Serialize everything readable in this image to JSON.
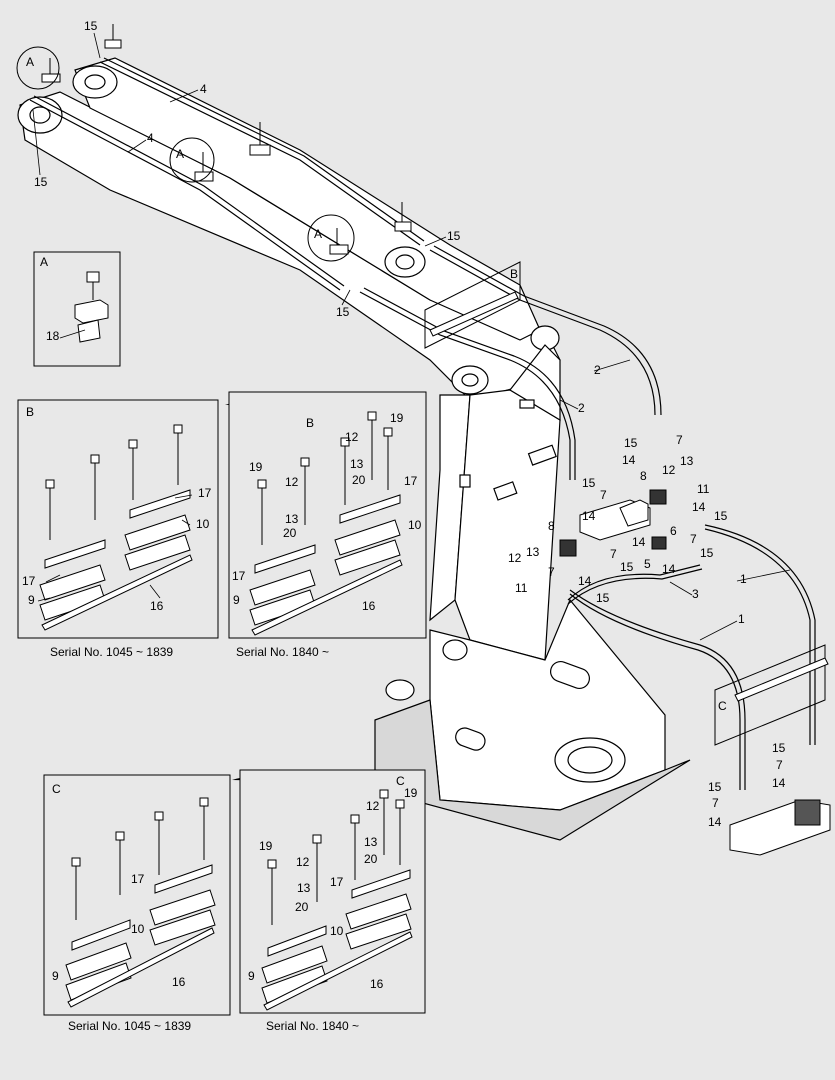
{
  "callout_letter_a": "A",
  "callout_letter_b": "B",
  "callout_letter_c": "C",
  "detail_a_label": "A",
  "detail_b_old_label": "B",
  "detail_b_new_label": "B",
  "detail_c_old_label": "C",
  "detail_c_new_label": "C",
  "serial_old": "Serial No. 1045 ~ 1839",
  "serial_new": "Serial No. 1840 ~",
  "parts": {
    "p1": "1",
    "p2": "2",
    "p3": "3",
    "p4": "4",
    "p5": "5",
    "p6": "6",
    "p7": "7",
    "p8": "8",
    "p9": "9",
    "p10": "10",
    "p11": "11",
    "p12": "12",
    "p13": "13",
    "p14": "14",
    "p15": "15",
    "p16": "16",
    "p17": "17",
    "p18": "18",
    "p19": "19",
    "p20": "20"
  }
}
